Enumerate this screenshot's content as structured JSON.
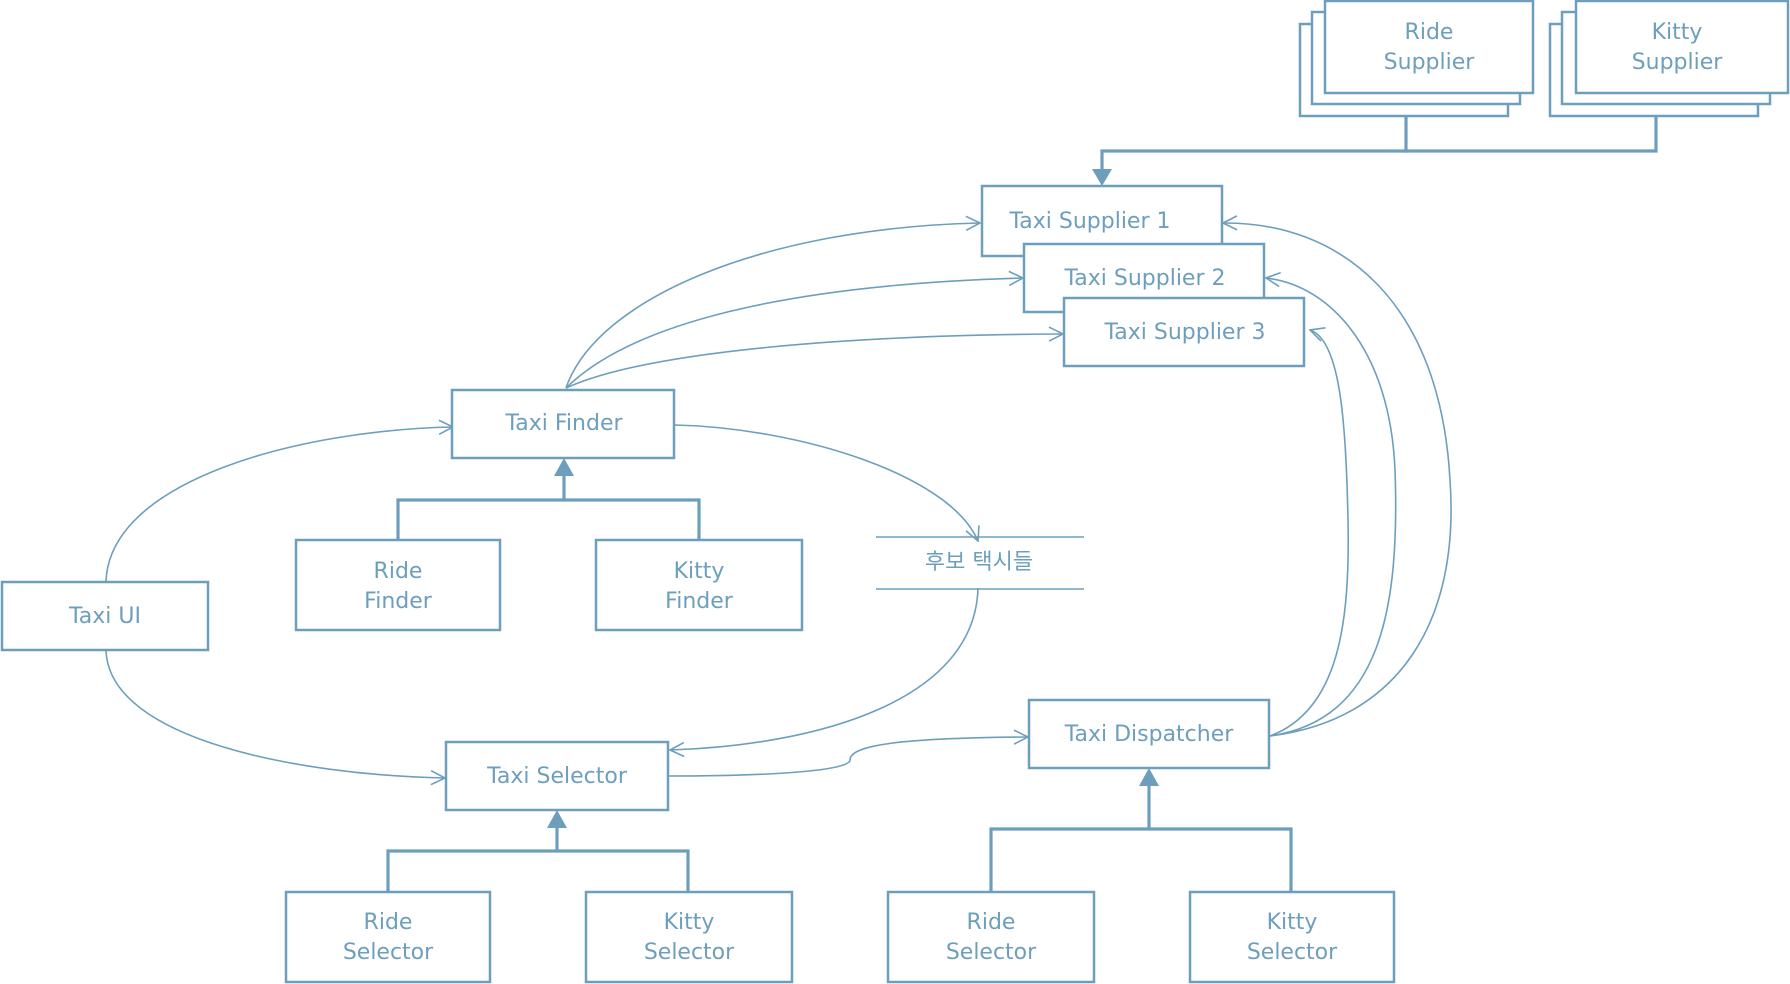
{
  "diagram": {
    "nodes": {
      "ride_supplier": {
        "line1": "Ride",
        "line2": "Supplier"
      },
      "kitty_supplier": {
        "line1": "Kitty",
        "line2": "Supplier"
      },
      "taxi_supplier_1": {
        "label": "Taxi Supplier 1"
      },
      "taxi_supplier_2": {
        "label": "Taxi Supplier 2"
      },
      "taxi_supplier_3": {
        "label": "Taxi Supplier 3"
      },
      "taxi_finder": {
        "label": "Taxi Finder"
      },
      "ride_finder": {
        "line1": "Ride",
        "line2": "Finder"
      },
      "kitty_finder": {
        "line1": "Kitty",
        "line2": "Finder"
      },
      "candidate_taxis": {
        "label": "후보 택시들"
      },
      "taxi_ui": {
        "label": "Taxi UI"
      },
      "taxi_selector": {
        "label": "Taxi Selector"
      },
      "taxi_dispatcher": {
        "label": "Taxi Dispatcher"
      },
      "ride_selector_1": {
        "line1": "Ride",
        "line2": "Selector"
      },
      "kitty_selector_1": {
        "line1": "Kitty",
        "line2": "Selector"
      },
      "ride_selector_2": {
        "line1": "Ride",
        "line2": "Selector"
      },
      "kitty_selector_2": {
        "line1": "Kitty",
        "line2": "Selector"
      }
    }
  }
}
